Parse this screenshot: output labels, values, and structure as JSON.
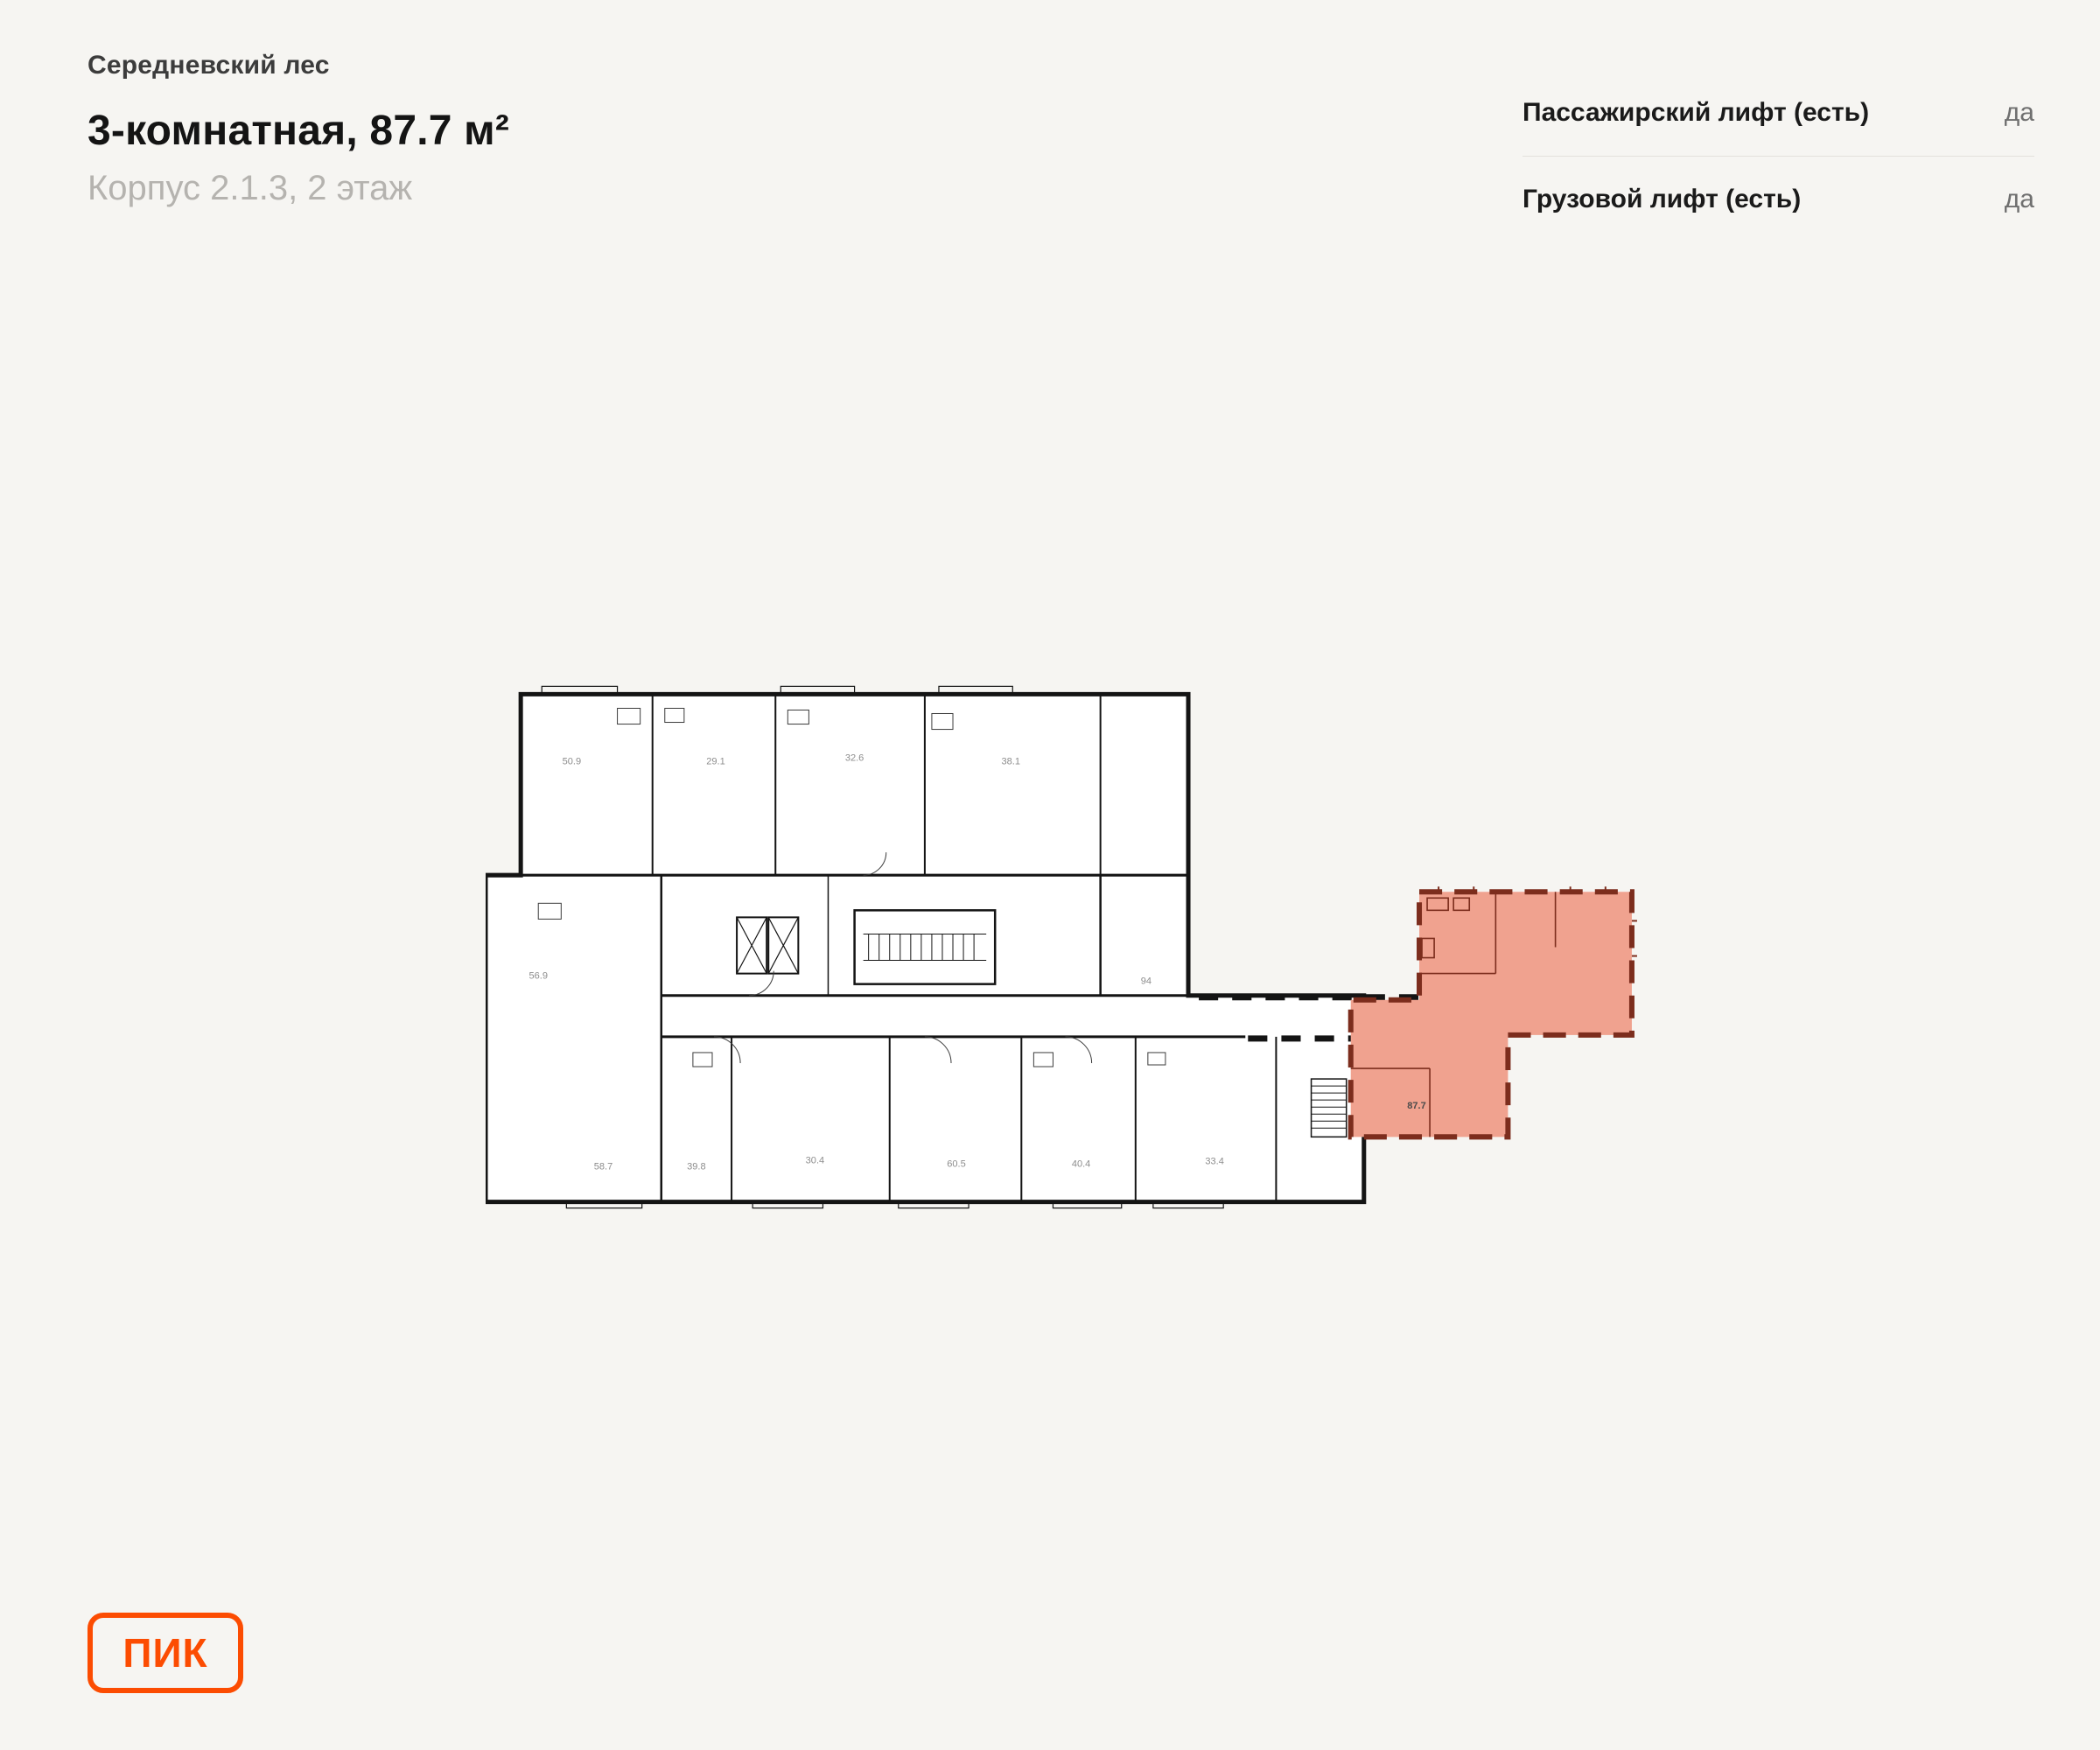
{
  "page": {
    "background": "#f6f5f2"
  },
  "header": {
    "project_name": "Середневский лес",
    "title": "3-комнатная, 87.7 м²",
    "subtitle": "Корпус 2.1.3, 2 этаж"
  },
  "lift_info": {
    "rows": [
      {
        "label": "Пассажирский лифт (есть)",
        "value": "да"
      },
      {
        "label": "Грузовой лифт (есть)",
        "value": "да"
      }
    ]
  },
  "floor_plan": {
    "highlighted_unit": {
      "area": "87.7",
      "fill": "#f0a28f",
      "border": "#7c2d1d"
    },
    "wall_color": "#141414",
    "label_color": "#8d8d8d",
    "units": [
      {
        "area": "50.9"
      },
      {
        "area": "29.1"
      },
      {
        "area": "32.6"
      },
      {
        "area": "38.1"
      },
      {
        "area": "56.9"
      },
      {
        "area": "94"
      },
      {
        "area": "58.7"
      },
      {
        "area": "39.8"
      },
      {
        "area": "30.4"
      },
      {
        "area": "60.5"
      },
      {
        "area": "40.4"
      },
      {
        "area": "33.4"
      }
    ]
  },
  "logo": {
    "text": "ПИК",
    "color": "#fc4c02"
  }
}
